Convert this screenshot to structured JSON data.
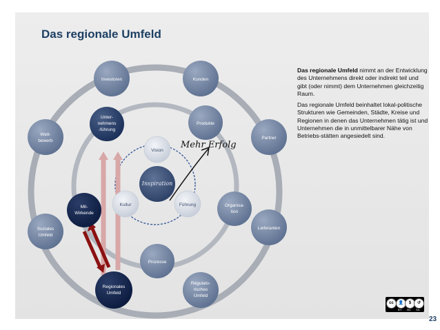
{
  "slide": {
    "title": "Das regionale Umfeld",
    "page_number": "23"
  },
  "description": {
    "para1_bold": "Das regionale Umfeld",
    "para1_rest": " nimmt an der Entwicklung des Unternehmens direkt oder indirekt teil und gibt (oder nimmt) dem Unternehmen gleichzeitig Raum.",
    "para2": "Das regionale Umfeld beinhaltet lokal-politische Strukturen wie Gemeinden, Städte, Kreise und Regionen in denen das Unternehmen tätig ist und Unternehmen die in unmittelbarer Nähe von Betriebs-stätten angesiedelt sind."
  },
  "diagram": {
    "outer_nodes": [
      {
        "label": [
          "Investoren"
        ]
      },
      {
        "label": [
          "Kunden"
        ]
      },
      {
        "label": [
          "Wett-",
          "bewerb"
        ]
      },
      {
        "label": [
          "Partner"
        ]
      },
      {
        "label": [
          "Soziales",
          "Umfeld"
        ]
      },
      {
        "label": [
          "Lieferanten"
        ]
      },
      {
        "label": [
          "Regulato-",
          "risches",
          "Umfeld"
        ]
      }
    ],
    "middle_nodes": [
      {
        "label": [
          "Unter-",
          "nehmens",
          "-führung"
        ]
      },
      {
        "label": [
          "Produkte"
        ]
      },
      {
        "label": [
          "Mit-",
          "Wirkende"
        ]
      },
      {
        "label": [
          "Organisa-",
          "tion"
        ]
      },
      {
        "label": [
          "Prozesse"
        ]
      },
      {
        "label": [
          "Regionales",
          "Umfeld"
        ]
      }
    ],
    "inner_nodes": [
      {
        "label": [
          "Vision"
        ]
      },
      {
        "label": [
          "Kultur"
        ]
      },
      {
        "label": [
          "Führung"
        ]
      }
    ],
    "center_label": "Inspiration",
    "handwriting": "Mehr Erfolg"
  },
  "license": {
    "badge_text": "cc",
    "labels": [
      "BY",
      "NC",
      "SA"
    ]
  },
  "colors": {
    "title": "#1d3f63",
    "node_dark": "#1a2f58",
    "node_mid": "#6b7e9e",
    "node_highlight": "#0f1f46",
    "ring": "#a8adb6",
    "arrow_red": "#8b1212",
    "arrow_pink": "#d8a7a7"
  }
}
